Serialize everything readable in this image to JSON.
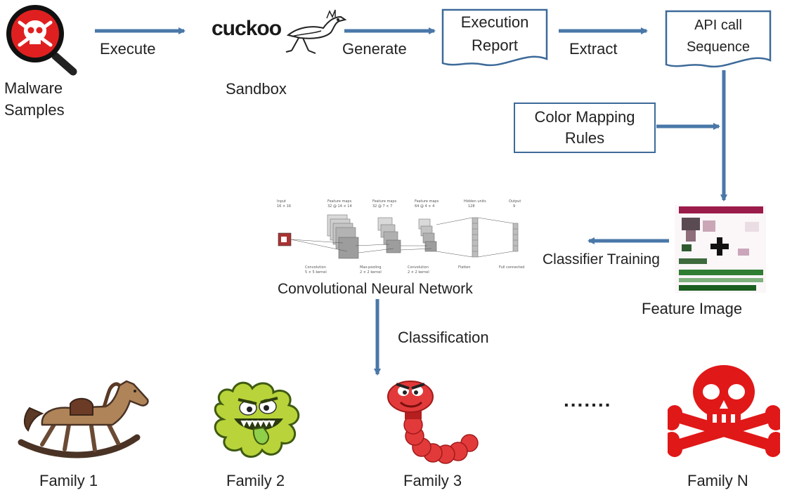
{
  "nodes": {
    "malware": {
      "label_line1": "Malware",
      "label_line2": "Samples",
      "icon": "skull-magnifier-icon"
    },
    "sandbox": {
      "logo_text": "cuckoo",
      "label": "Sandbox"
    },
    "execution_report": {
      "line1": "Execution",
      "line2": "Report"
    },
    "api_sequence": {
      "line1": "API call",
      "line2": "Sequence"
    },
    "color_rules": {
      "line1": "Color Mapping",
      "line2": "Rules"
    },
    "feature_image": {
      "label": "Feature Image"
    },
    "cnn": {
      "label": "Convolutional  Neural Network",
      "layer_labels": [
        {
          "top": "Input",
          "sub": "16 × 16"
        },
        {
          "top": "Feature maps",
          "sub": "32 @ 14 × 14"
        },
        {
          "top": "Feature maps",
          "sub": "32 @ 7 × 7"
        },
        {
          "top": "Feature maps",
          "sub": "64 @ 4 × 4"
        },
        {
          "top": "Hidden units",
          "sub": "128"
        },
        {
          "top": "Output",
          "sub": "9"
        }
      ],
      "op_labels": [
        {
          "top": "Convolution",
          "sub": "5 × 5 kernel"
        },
        {
          "top": "Max-pooling",
          "sub": "2 × 2 kernel"
        },
        {
          "top": "Convolution",
          "sub": "2 × 2 kernel"
        },
        {
          "top": "Flatten",
          "sub": ""
        },
        {
          "top": "Full connected",
          "sub": ""
        }
      ]
    }
  },
  "edges": {
    "execute": "Execute",
    "generate": "Generate",
    "extract": "Extract",
    "classifier_training": "Classifier  Training",
    "classification": "Classification"
  },
  "families": [
    {
      "label": "Family  1",
      "icon": "rocking-horse-icon"
    },
    {
      "label": "Family  2",
      "icon": "green-virus-monster-icon"
    },
    {
      "label": "Family  3",
      "icon": "red-worm-icon"
    },
    {
      "label": "Family  N",
      "icon": "red-skull-crossbones-icon"
    }
  ],
  "ellipsis": ".......",
  "colors": {
    "arrow": "#4a77a8",
    "box_border": "#3d6a99",
    "red": "#e02020"
  }
}
